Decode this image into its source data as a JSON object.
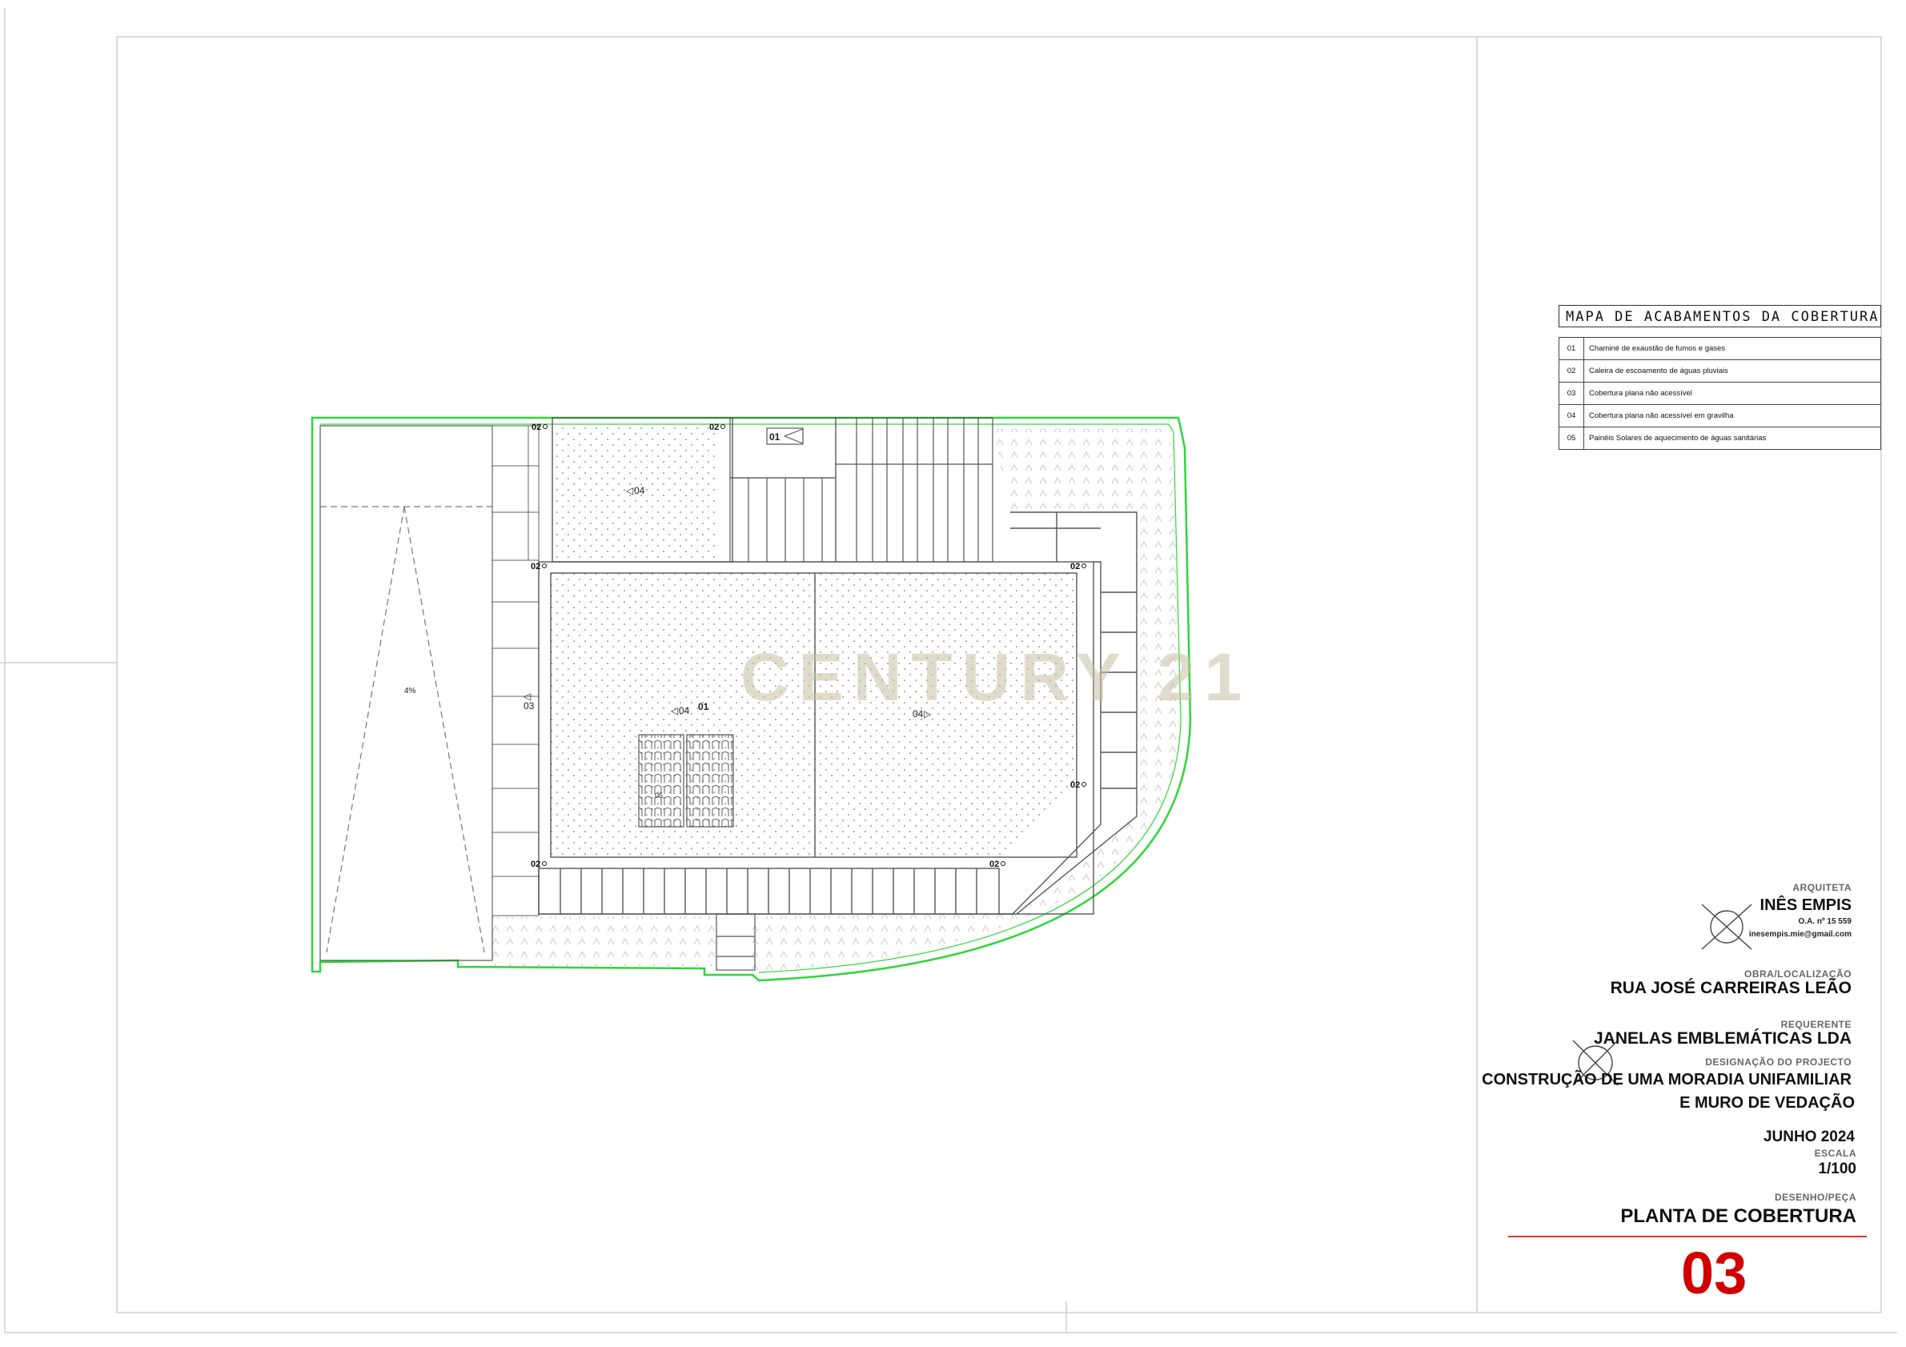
{
  "legend": {
    "title": "MAPA  DE  ACABAMENTOS DA COBERTURA",
    "items": [
      {
        "code": "01",
        "text": "Chaminé de exaustão de fumos e gases"
      },
      {
        "code": "02",
        "text": "Caleira de escoamento de águas pluviais"
      },
      {
        "code": "03",
        "text": "Cobertura plana não acessível"
      },
      {
        "code": "04",
        "text": "Cobertura plana  não acessível em gravilha"
      },
      {
        "code": "05",
        "text": "Painéis Solares de aquecimento de águas sanitárias"
      }
    ]
  },
  "title_block": {
    "architect_label": "ARQUITETA",
    "architect_name": "INÊS EMPIS",
    "architect_reg": "O.A. nº 15 559",
    "architect_email": "inesempis.mie@gmail.com",
    "location_label": "OBRA/LOCALIZAÇÃO",
    "location": "RUA JOSÉ CARREIRAS LEÃO",
    "applicant_label": "REQUERENTE",
    "applicant": "JANELAS EMBLEMÁTICAS LDA",
    "project_label": "DESIGNAÇÃO DO PROJECTO",
    "project_line1": "CONSTRUÇÃO DE UMA MORADIA UNIFAMILIAR",
    "project_line2": "E MURO DE VEDAÇÃO",
    "date": "JUNHO 2024",
    "scale_label": "ESCALA",
    "scale": "1/100",
    "drawing_label": "DESENHO/PEÇA",
    "drawing": "PLANTA DE COBERTURA",
    "sheet_number": "03"
  },
  "plan": {
    "watermark": "CENTURY 21",
    "slope": "4%",
    "tags": {
      "t01a": "01",
      "t01b": "01",
      "t02": "02",
      "t03": "03",
      "t04": "04",
      "t05": "05"
    }
  }
}
